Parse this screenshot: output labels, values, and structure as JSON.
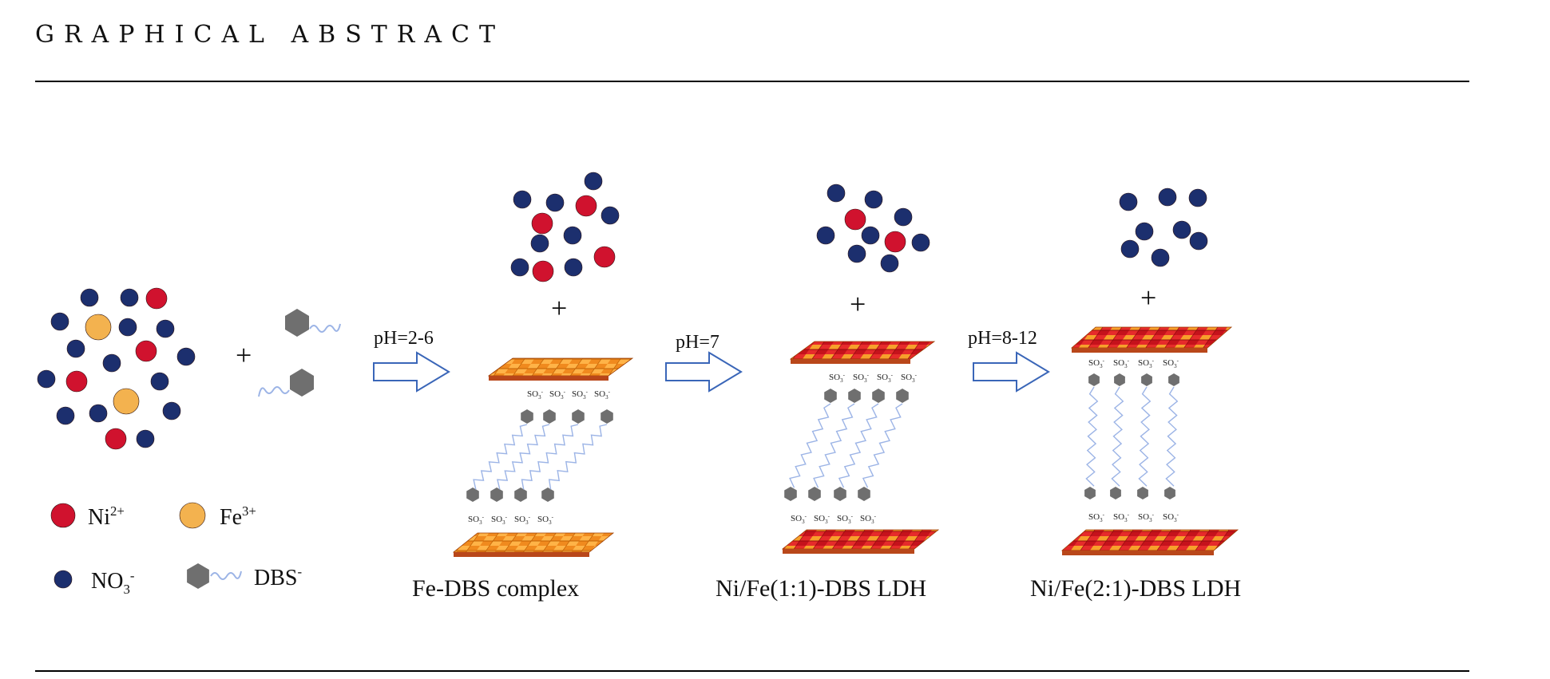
{
  "header": {
    "title": "GRAPHICAL ABSTRACT"
  },
  "colors": {
    "ni": "#d0122e",
    "fe": "#f3b24f",
    "no3": "#1c2f6e",
    "dbs_head": "#6f6f6f",
    "chain": "#9cb4e6",
    "arrow": "#3a66b8",
    "sheet_orange": "#f08a1e",
    "sheet_red": "#e62b2b"
  },
  "steps": [
    {
      "ph": "pH=2-6",
      "label": "Fe-DBS complex"
    },
    {
      "ph": "pH=7",
      "label": "Ni/Fe(1:1)-DBS LDH"
    },
    {
      "ph": "pH=8-12",
      "label": "Ni/Fe(2:1)-DBS LDH"
    }
  ],
  "legend": {
    "ni": {
      "base": "Ni",
      "sup": "2+"
    },
    "fe": {
      "base": "Fe",
      "sup": "3+"
    },
    "no3": {
      "base": "NO",
      "sub": "3",
      "sup": "-"
    },
    "dbs": {
      "base": "DBS",
      "sup": "-"
    }
  },
  "plus": "+",
  "sulfonate": {
    "base": "SO",
    "sub": "3",
    "sup": "-"
  },
  "icons": [
    "ni-ion-icon",
    "fe-ion-icon",
    "nitrate-icon",
    "dbs-molecule-icon",
    "right-arrow-icon"
  ]
}
